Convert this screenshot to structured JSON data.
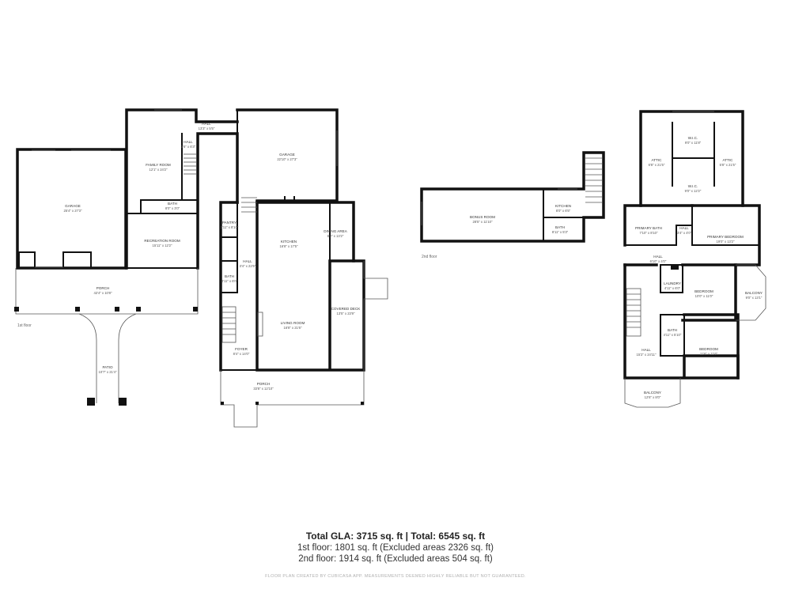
{
  "first_floor": {
    "label": "1st floor",
    "rooms": [
      {
        "id": "garage-left",
        "name": "GARAGE",
        "dims": "25'4\" x 27'3\""
      },
      {
        "id": "family-room",
        "name": "FAMILY ROOM",
        "dims": "12'1\" x 24'2\""
      },
      {
        "id": "hall-upper",
        "name": "HALL",
        "dims": "13'3\" x 5'5\""
      },
      {
        "id": "hall-family",
        "name": "HALL",
        "dims": "3'6\" x 6'3\""
      },
      {
        "id": "garage-right",
        "name": "GARAGE",
        "dims": "22'10\" x 27'3\""
      },
      {
        "id": "bath-rec",
        "name": "BATH",
        "dims": "8'0\" x 3'0\""
      },
      {
        "id": "recreation-room",
        "name": "RECREATION ROOM",
        "dims": "15'11\" x 12'2\""
      },
      {
        "id": "pantry",
        "name": "PANTRY",
        "dims": "3'11\" x 8'10\""
      },
      {
        "id": "kitchen",
        "name": "KITCHEN",
        "dims": "16'8\" x 17'5\""
      },
      {
        "id": "dining-area",
        "name": "DINING AREA",
        "dims": "8'2\" x 13'2\""
      },
      {
        "id": "hall-mid",
        "name": "HALL",
        "dims": "3'4\" x 22'6\""
      },
      {
        "id": "bath-mid",
        "name": "BATH",
        "dims": "4'11\" x 6'0\""
      },
      {
        "id": "porch-left",
        "name": "PORCH",
        "dims": "42'4\" x 10'8\""
      },
      {
        "id": "covered-deck",
        "name": "COVERED DECK",
        "dims": "13'5\" x 23'9\""
      },
      {
        "id": "living-room",
        "name": "LIVING ROOM",
        "dims": "16'8\" x 21'6\""
      },
      {
        "id": "foyer",
        "name": "FOYER",
        "dims": "8'4\" x 14'0\""
      },
      {
        "id": "patio",
        "name": "PATIO",
        "dims": "10'7\" x 21'4\""
      },
      {
        "id": "porch-right",
        "name": "PORCH",
        "dims": "33'8\" x 12'10\""
      }
    ]
  },
  "second_floor": {
    "label": "2nd floor",
    "rooms": [
      {
        "id": "bonus-room",
        "name": "BONUS ROOM",
        "dims": "28'5\" x 11'10\""
      },
      {
        "id": "kitchen-2",
        "name": "KITCHEN",
        "dims": "8'0\" x 6'5\""
      },
      {
        "id": "bath-bonus",
        "name": "BATH",
        "dims": "8'11\" x 5'3\""
      },
      {
        "id": "wic-top",
        "name": "W.I.C.",
        "dims": "9'0\" x 11'8\""
      },
      {
        "id": "attic-left",
        "name": "ATTIC",
        "dims": "6'8\" x 21'5\""
      },
      {
        "id": "attic-right",
        "name": "ATTIC",
        "dims": "5'8\" x 21'5\""
      },
      {
        "id": "wic-mid",
        "name": "W.I.C.",
        "dims": "9'0\" x 12'2\""
      },
      {
        "id": "primary-bath",
        "name": "PRIMARY BATH",
        "dims": "7'10\" x 8'10\""
      },
      {
        "id": "hall-primary",
        "name": "HALL",
        "dims": "3'4\" x 4'0\""
      },
      {
        "id": "primary-bedroom",
        "name": "PRIMARY BEDROOM",
        "dims": "19'0\" x 13'2\""
      },
      {
        "id": "hall-small",
        "name": "HALL",
        "dims": "6'10\" x 4'0\""
      },
      {
        "id": "laundry",
        "name": "LAUNDRY",
        "dims": "4'11\" x 6'0\""
      },
      {
        "id": "bedroom-1",
        "name": "BEDROOM",
        "dims": "10'0\" x 11'0\""
      },
      {
        "id": "balcony-right",
        "name": "BALCONY",
        "dims": "9'0\" x 13'1\""
      },
      {
        "id": "bath-2",
        "name": "BATH",
        "dims": "4'11\" x 5'10\""
      },
      {
        "id": "bedroom-2",
        "name": "BEDROOM",
        "dims": "11'6\" x 11'6\""
      },
      {
        "id": "hall-long",
        "name": "HALL",
        "dims": "15'2\" x 24'11\""
      },
      {
        "id": "balcony-bottom",
        "name": "BALCONY",
        "dims": "12'6\" x 8'0\""
      }
    ]
  },
  "summary": {
    "total_line": "Total GLA: 3715 sq. ft | Total: 6545 sq. ft",
    "first_floor_line": "1st floor: 1801 sq. ft (Excluded areas 2326 sq. ft)",
    "second_floor_line": "2nd floor: 1914 sq. ft (Excluded areas 504 sq. ft)"
  },
  "credit": "FLOOR PLAN CREATED BY CUBICASA APP. MEASUREMENTS DEEMED HIGHLY RELIABLE BUT NOT GUARANTEED."
}
